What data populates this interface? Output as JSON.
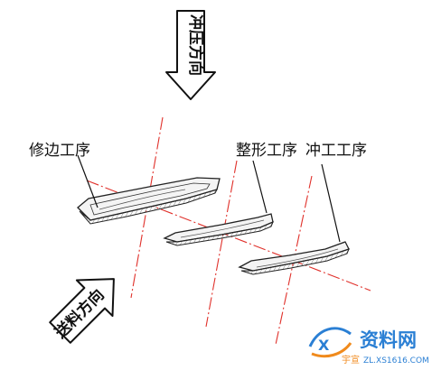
{
  "diagram": {
    "press_direction_label": "冲压方向",
    "feed_direction_label": "送料方向",
    "stations": [
      {
        "label": "修边工序"
      },
      {
        "label": "整形工序"
      },
      {
        "label": "冲工工序"
      }
    ],
    "colors": {
      "axis_lines": "#e0302a",
      "outline": "#222222"
    }
  },
  "watermark": {
    "main_text": "资料网",
    "url_text": "ZL.XS1616.COM",
    "tag_text": "宇宣"
  }
}
